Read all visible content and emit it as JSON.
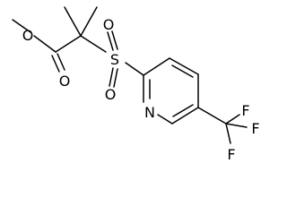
{
  "molecule": {
    "atoms": {
      "ester_o1": "O",
      "ester_o2": "O",
      "sulfonyl_s": "S",
      "sulfonyl_o1": "O",
      "sulfonyl_o2": "O",
      "pyridine_n": "N",
      "f1": "F",
      "f2": "F",
      "f3": "F"
    }
  }
}
